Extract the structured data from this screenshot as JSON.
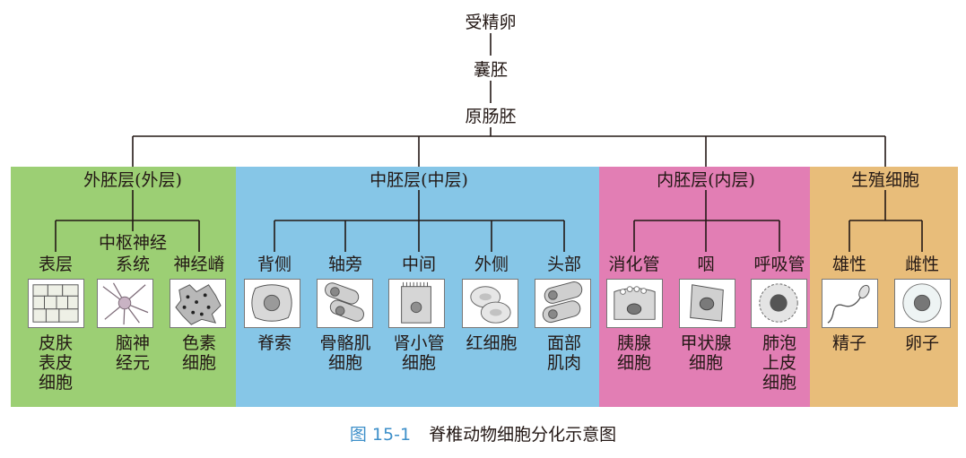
{
  "top": {
    "l1": "受精卵",
    "l2": "囊胚",
    "l3": "原肠胚"
  },
  "layers": {
    "ecto": "外胚层(外层)",
    "meso": "中胚层(中层)",
    "endo": "内胚层(内层)",
    "germ": "生殖细胞"
  },
  "ecto": {
    "sub_middle_top": "中枢神经",
    "sub_left": "表层",
    "sub_middle_bottom": "系统",
    "sub_right": "神经嵴",
    "cell_left": [
      "皮肤",
      "表皮",
      "细胞"
    ],
    "cell_middle": [
      "脑神",
      "经元"
    ],
    "cell_right": [
      "色素",
      "细胞"
    ]
  },
  "meso": {
    "subs": [
      "背侧",
      "轴旁",
      "中间",
      "外侧",
      "头部"
    ],
    "cells": [
      [
        "脊索"
      ],
      [
        "骨骼肌",
        "细胞"
      ],
      [
        "肾小管",
        "细胞"
      ],
      [
        "红细胞"
      ],
      [
        "面部",
        "肌肉"
      ]
    ]
  },
  "endo": {
    "subs": [
      "消化管",
      "咽",
      "呼吸管"
    ],
    "cells": [
      [
        "胰腺",
        "细胞"
      ],
      [
        "甲状腺",
        "细胞"
      ],
      [
        "肺泡",
        "上皮",
        "细胞"
      ]
    ]
  },
  "germ": {
    "subs": [
      "雄性",
      "雌性"
    ],
    "cells": [
      [
        "精子"
      ],
      [
        "卵子"
      ]
    ]
  },
  "caption": {
    "number": "图 15-1",
    "title": "脊椎动物细胞分化示意图"
  },
  "colors": {
    "ectoderm": "#9ccf74",
    "mesoderm": "#86c6e7",
    "endoderm": "#e27eb4",
    "germ": "#e8bd7a",
    "caption_number": "#3d8fc9"
  },
  "icons": [
    "epidermis-cells-icon",
    "neuron-icon",
    "pigment-cell-icon",
    "notochord-icon",
    "muscle-cell-icon",
    "kidney-tubule-cell-icon",
    "red-blood-cell-icon",
    "face-muscle-icon",
    "pancreas-cell-icon",
    "thyroid-cell-icon",
    "alveolar-cell-icon",
    "sperm-icon",
    "egg-icon"
  ]
}
